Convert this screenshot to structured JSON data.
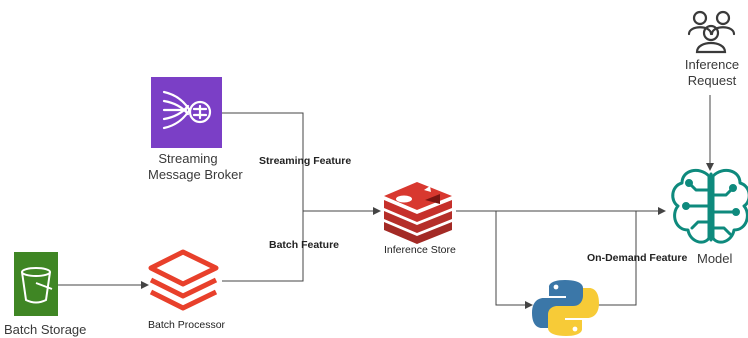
{
  "nodes": {
    "streaming_broker": {
      "label_line1": "Streaming",
      "label_line2": "Message Broker",
      "icon": "stream-broker-icon"
    },
    "batch_storage": {
      "label": "Batch Storage",
      "icon": "bucket-icon"
    },
    "batch_processor": {
      "label": "Batch Processor",
      "icon": "stacked-layers-icon"
    },
    "inference_store": {
      "label": "Inference Store",
      "icon": "redis-cube-icon"
    },
    "python_fn": {
      "icon": "python-icon"
    },
    "model": {
      "label": "Model",
      "icon": "brain-circuit-icon"
    },
    "inference_request": {
      "label_line1": "Inference",
      "label_line2": "Request",
      "icon": "users-icon"
    }
  },
  "edges": {
    "streaming_feature": "Streaming Feature",
    "batch_feature": "Batch Feature",
    "on_demand_feature": "On-Demand Feature"
  },
  "colors": {
    "broker": "#7b3fc6",
    "storage": "#3f8624",
    "processor": "#e8402b",
    "redis": "#c6302b",
    "model": "#0e8a7d",
    "line": "#444444",
    "python_blue": "#3b77a8",
    "python_yellow": "#f7cb37"
  }
}
